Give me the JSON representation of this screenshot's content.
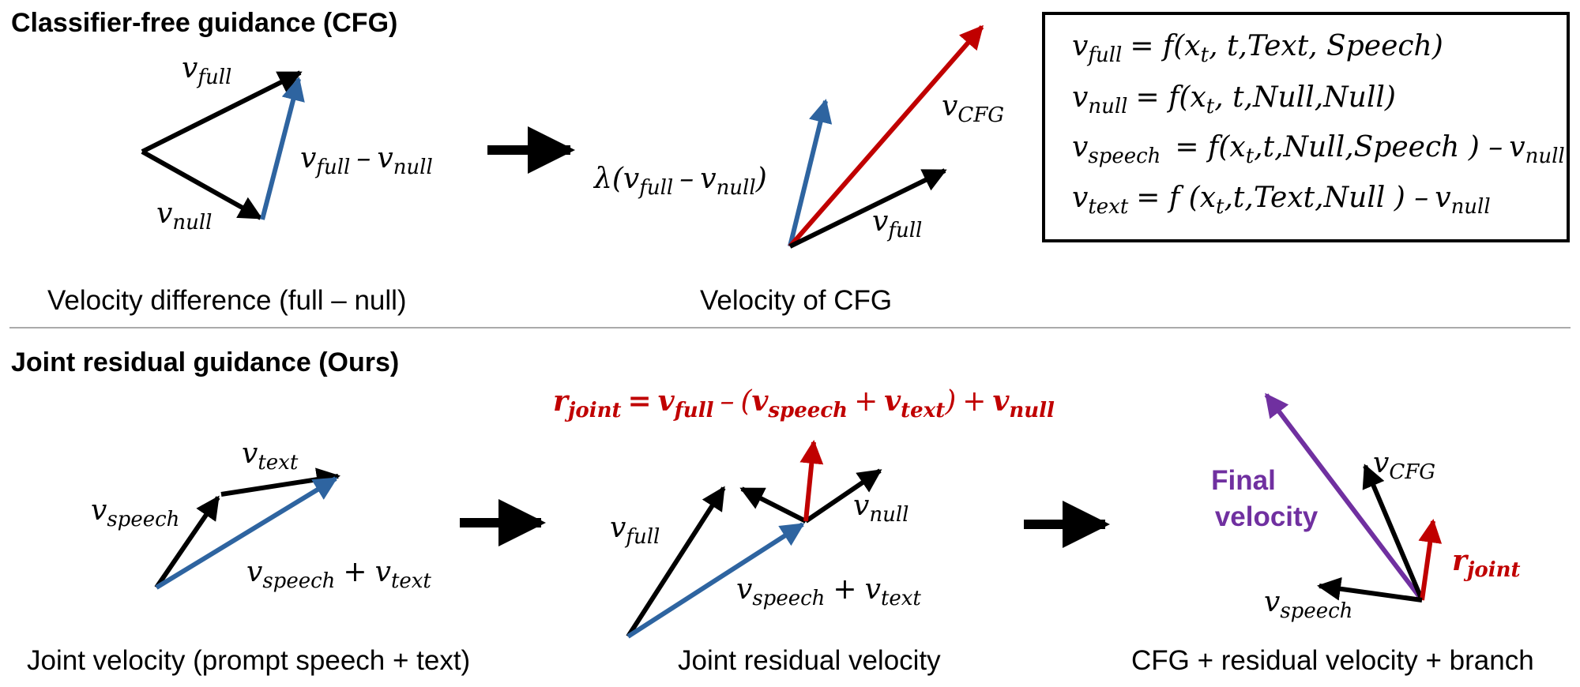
{
  "colors": {
    "black": "#000000",
    "blue": "#2e64a0",
    "red": "#c00000",
    "purple": "#7030a0",
    "divider": "#aaaaaa"
  },
  "top": {
    "title": "Classifier-free guidance (CFG)",
    "caption_left": "Velocity difference (full – null)",
    "caption_mid": "Velocity of CFG",
    "v": "v",
    "sub_full": "full",
    "sub_null": "null",
    "sub_cfg": "CFG",
    "minus": "–",
    "lambda_open": "λ(",
    "close_paren": ")",
    "equations": [
      {
        "sub": "full",
        "rhs": "= f(x",
        "rhs_sub": "t",
        "rhs_rest": ", t,Text, Speech)",
        "tail": "",
        "tail_sub": ""
      },
      {
        "sub": "null",
        "rhs": "= f(x",
        "rhs_sub": "t",
        "rhs_rest": ", t,Null,Null)",
        "tail": "",
        "tail_sub": ""
      },
      {
        "sub": "speech",
        "rhs": "= f(x",
        "rhs_sub": "t",
        "rhs_rest": ",t,Null,Speech ) –",
        "tail": "v",
        "tail_sub": "null"
      },
      {
        "sub": "text",
        "rhs": "= f (x",
        "rhs_sub": "t",
        "rhs_rest": ",t,Text,Null ) –",
        "tail": "v",
        "tail_sub": "null"
      }
    ]
  },
  "bottom": {
    "title": "Joint residual guidance (Ours)",
    "caption_left": "Joint velocity (prompt speech + text)",
    "caption_mid": "Joint residual velocity",
    "caption_right": "CFG + residual velocity + branch",
    "sub_text": "text",
    "sub_speech": "speech",
    "sub_joint": "joint",
    "r": "r",
    "plus": "+",
    "formula": {
      "r": "r",
      "r_sub": "joint",
      "eq": "=",
      "v": "v",
      "full": "full",
      "minus": "–",
      "lparen": "(",
      "speech": "speech",
      "plus": "+",
      "text": "text",
      "rparen": ")",
      "plus2": "+",
      "null": "null"
    },
    "final_velocity_line1": "Final",
    "final_velocity_line2": "velocity"
  }
}
